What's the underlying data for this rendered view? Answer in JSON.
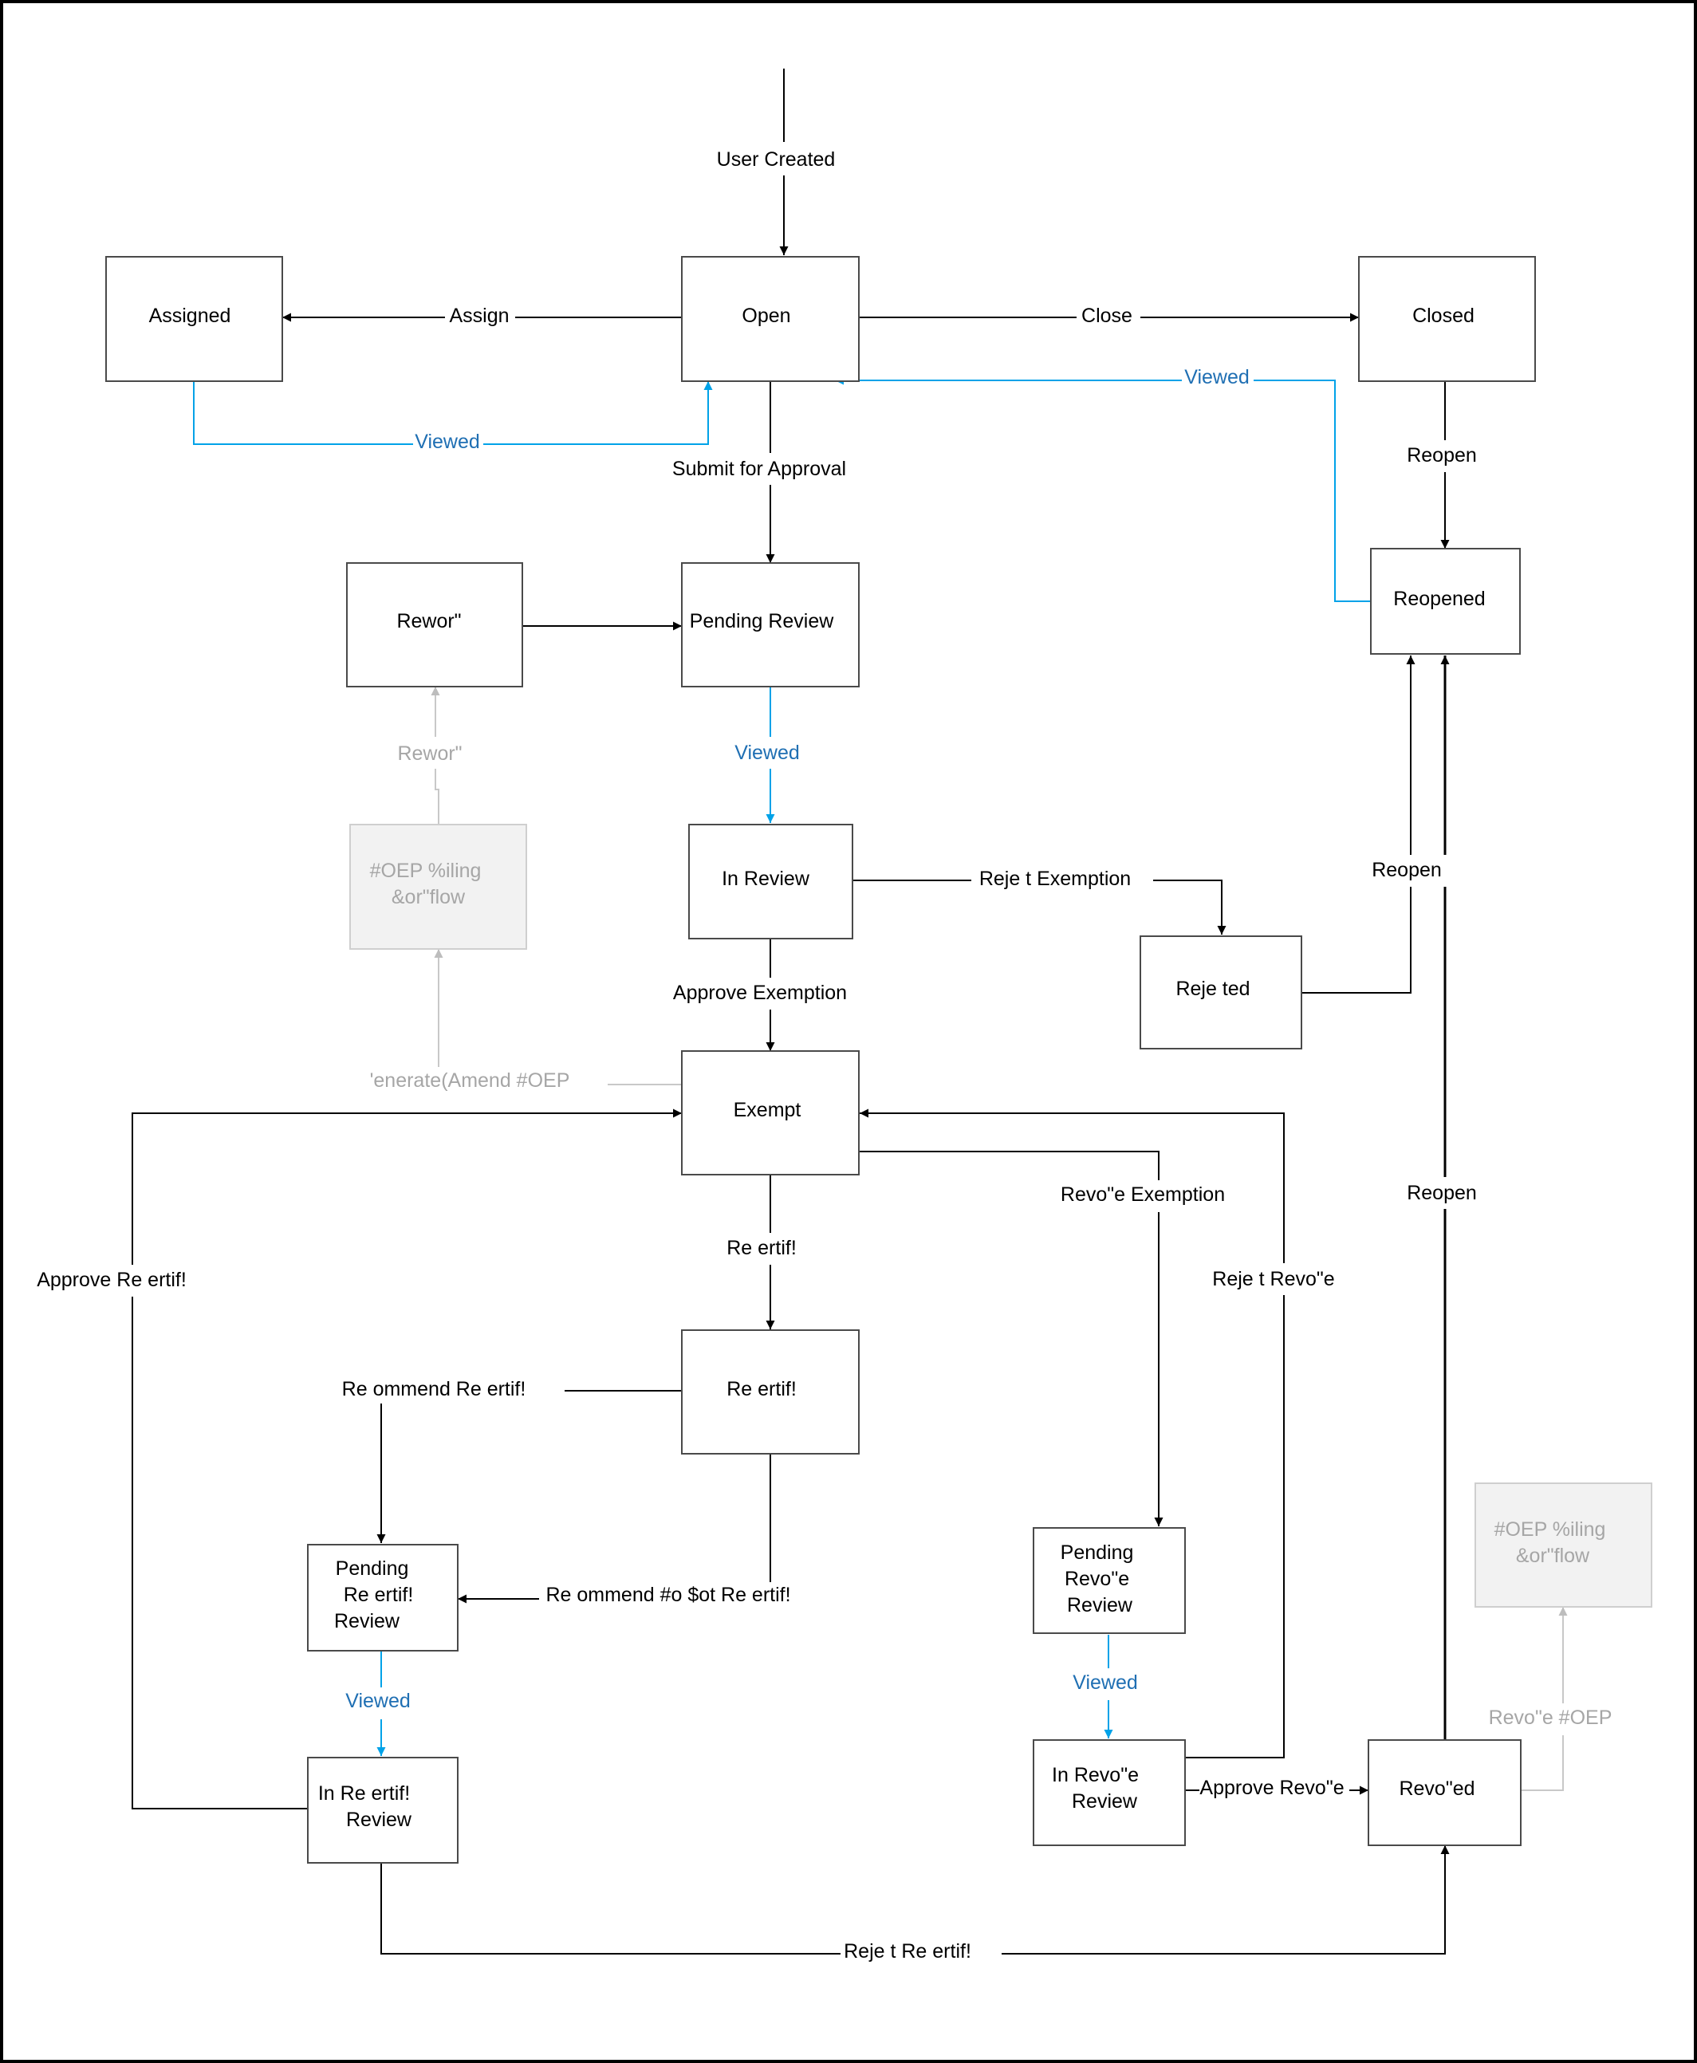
{
  "nodes": {
    "assigned": {
      "lines": [
        "Assigned"
      ]
    },
    "open": {
      "lines": [
        "Open"
      ]
    },
    "closed": {
      "lines": [
        "Closed"
      ]
    },
    "rework": {
      "lines": [
        "Rewor\""
      ]
    },
    "pending_review": {
      "lines": [
        "Pending Review"
      ]
    },
    "reopened": {
      "lines": [
        "Reopened"
      ]
    },
    "oep_filing_1": {
      "lines": [
        "#OEP %iling",
        "&or\"flow"
      ]
    },
    "in_review": {
      "lines": [
        "In Review"
      ]
    },
    "rejected": {
      "lines": [
        "Reje ted"
      ]
    },
    "exempt": {
      "lines": [
        "Exempt"
      ]
    },
    "recertify": {
      "lines": [
        "Re ertif!"
      ]
    },
    "pending_recert_review": {
      "lines": [
        "Pending",
        "Re     ertif!",
        "Review"
      ]
    },
    "in_recert_review": {
      "lines": [
        "In Re ertif!",
        "Review"
      ]
    },
    "pending_revoke_review": {
      "lines": [
        "Pending",
        "Revo\"e",
        "Review"
      ]
    },
    "in_revoke_review": {
      "lines": [
        "In Revo\"e",
        "Review"
      ]
    },
    "revoked": {
      "lines": [
        "Revo\"ed"
      ]
    },
    "oep_filing_2": {
      "lines": [
        "#OEP %iling",
        "&or\"flow"
      ]
    }
  },
  "edge_labels": {
    "user_created": "User Created",
    "assign": "Assign",
    "close": "Close",
    "viewed_assigned": "Viewed",
    "viewed_reopened": "Viewed",
    "submit_for_approval": "Submit for Approval",
    "reopen_closed": "Reopen",
    "rework_oep": "Rewor\"",
    "viewed_pending_review": "Viewed",
    "reject_exemption": "Reje t Exemption",
    "reopen_rejected": "Reopen",
    "approve_exemption": "Approve Exemption",
    "generate_amend_oep": "'enerate(Amend #OEP",
    "recertify": "Re ertif!",
    "revoke_exemption": "Revo\"e Exemption",
    "approve_recertify": "Approve Re ertif!",
    "reject_revoke": "Reje t Revo\"e",
    "reopen_revoked": "Reopen",
    "recommend_recertify": "Re ommend Re ertif!",
    "recommend_not_recertify": "Re ommend #o $ot Re ertif!",
    "viewed_recert": "Viewed",
    "viewed_revoke": "Viewed",
    "approve_revoke": "Approve Revo\"e",
    "revoke_oep": "Revo\"e #OEP",
    "reject_recertify": "Reje t Re ertif!"
  },
  "colors": {
    "line": "#000000",
    "viewed_line": "#00a2e8",
    "viewed_text": "#1f6fb3",
    "inactive": "#a6a6a6",
    "inactive_fill": "#f2f2f2"
  }
}
